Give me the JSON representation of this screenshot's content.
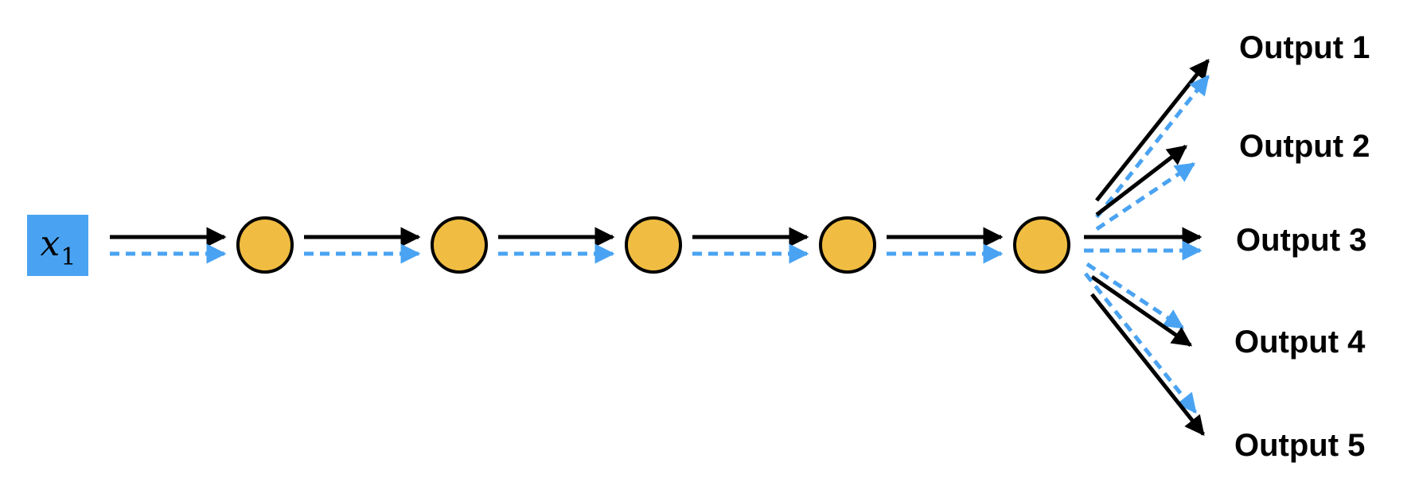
{
  "diagram": {
    "input": {
      "symbol": "x",
      "subscript": "1",
      "box_color": "#4aa3f2"
    },
    "node_color": "#f0bd42",
    "solid_arrow_color": "#000000",
    "dashed_arrow_color": "#4aa3f2",
    "node_count": 5,
    "outputs": [
      "Output 1",
      "Output 2",
      "Output 3",
      "Output 4",
      "Output 5"
    ]
  }
}
